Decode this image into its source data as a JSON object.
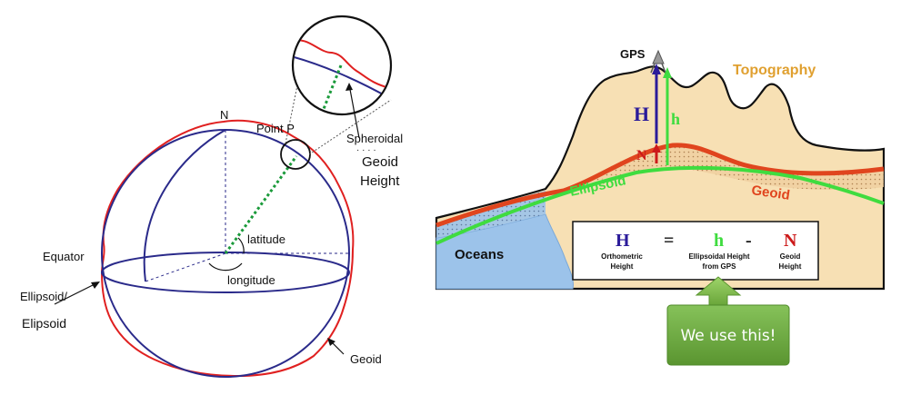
{
  "left_diagram": {
    "north_label": "N",
    "point_label": "Point P",
    "spheroidal_label": "Spheroidal",
    "geoid_height_line1": "Geoid",
    "geoid_height_line2": "Height",
    "latitude_label": "latitude",
    "longitude_label": "longitude",
    "equator_label": "Equator",
    "ellipsoid_label_1": "Ellipsoid/",
    "ellipsoid_label_2": "Elipsoid",
    "geoid_label": "Geoid",
    "colors": {
      "ellipsoid": "#2a2a8a",
      "geoid": "#e02020",
      "ortho": "#1a9a3a"
    }
  },
  "right_diagram": {
    "gps_label": "GPS",
    "topography_label": "Topography",
    "H_label": "H",
    "h_label": "h",
    "N_label": "N",
    "ellipsoid_label": "Ellipsoid",
    "geoid_label": "Geoid",
    "oceans_label": "Oceans",
    "formula": {
      "H": "H",
      "equals": "=",
      "h": "h",
      "minus": "-",
      "N": "N",
      "H_caption_1": "Orthometric",
      "H_caption_2": "Height",
      "h_caption_1": "Ellipsoidal Height",
      "h_caption_2": "from GPS",
      "N_caption_1": "Geoid",
      "N_caption_2": "Height"
    },
    "colors": {
      "topography": "#f7e0b4",
      "ocean": "#9cc3ea",
      "ellipsoid": "#3fdc3f",
      "geoid": "#e0451e",
      "H": "#2b1b9a",
      "N": "#cc1a1a"
    }
  },
  "callout": {
    "text": "We use this!",
    "color": "#6aa63a"
  }
}
